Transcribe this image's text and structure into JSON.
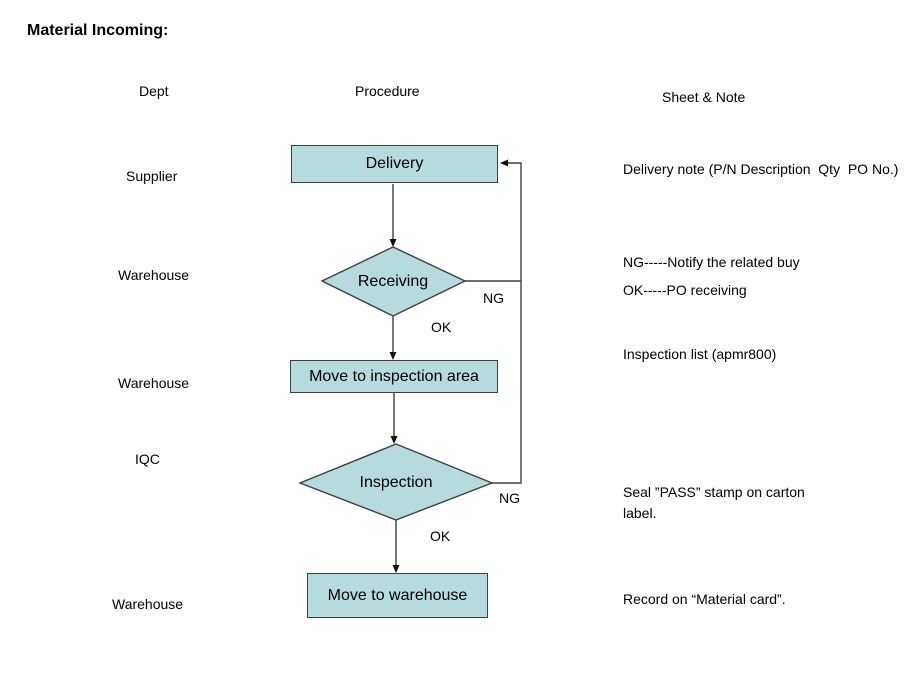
{
  "title": "Material Incoming:",
  "columns": {
    "dept": "Dept",
    "procedure": "Procedure",
    "sheet_note": "Sheet & Note"
  },
  "dept_labels": [
    "Supplier",
    "Warehouse",
    "Warehouse",
    "IQC",
    "Warehouse"
  ],
  "flow": {
    "delivery": "Delivery",
    "receiving": "Receiving",
    "move_to_inspection": "Move to inspection area",
    "inspection": "Inspection",
    "move_to_warehouse": "Move to warehouse"
  },
  "branch_labels": {
    "receiving_ng": "NG",
    "receiving_ok": "OK",
    "inspection_ng": "NG",
    "inspection_ok": "OK"
  },
  "notes": [
    "Delivery note (P/N Description  Qty  PO No.)",
    "NG-----Notify the related buy",
    "OK-----PO receiving",
    "Inspection list (apmr800)",
    "Seal ”PASS” stamp on carton label.",
    "Record on “Material card”."
  ],
  "colors": {
    "shape_fill": "#b6dbde",
    "shape_border": "#404040",
    "connector": "#404040",
    "arrowhead": "#111111",
    "text": "#000000",
    "background": "#ffffff"
  }
}
